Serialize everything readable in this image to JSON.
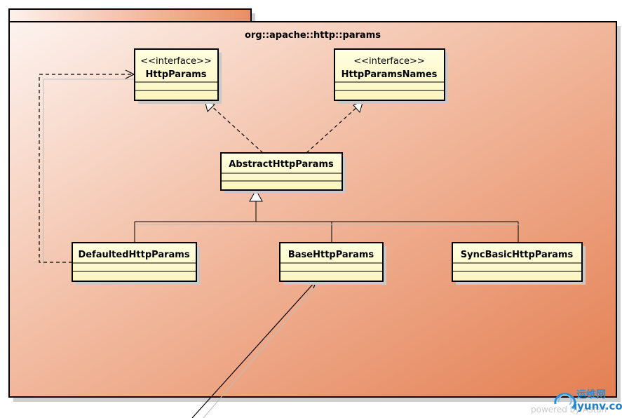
{
  "package": {
    "name": "org::apache::http::params"
  },
  "classes": {
    "http_params": {
      "stereotype": "<<interface>>",
      "name": "HttpParams"
    },
    "http_params_names": {
      "stereotype": "<<interface>>",
      "name": "HttpParamsNames"
    },
    "abstract_http_params": {
      "name": "AbstractHttpParams"
    },
    "defaulted_http_params": {
      "name": "DefaultedHttpParams"
    },
    "base_http_params": {
      "name": "BaseHttpParams"
    },
    "sync_basic_http_params": {
      "name": "SyncBasicHttpParams"
    }
  },
  "colors": {
    "package_light": "#fdf1ec",
    "package_dark": "#e6875a",
    "class_fill": "#ffffd2",
    "border": "#000000"
  },
  "watermark": {
    "brand": "运维网",
    "site": "iyunv.com",
    "prefix": "powered by Astah"
  }
}
